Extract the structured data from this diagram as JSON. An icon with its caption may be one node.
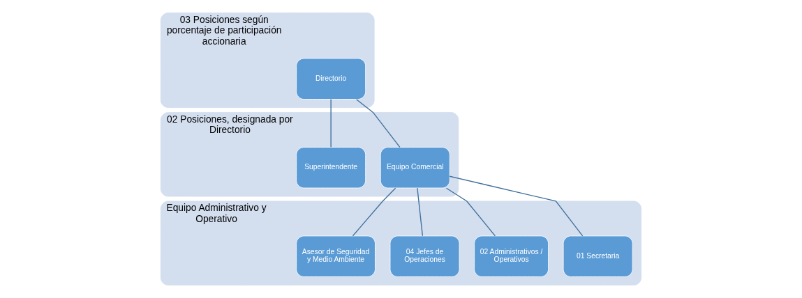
{
  "diagram": {
    "nodes": [
      {
        "text": [
          "03 Posiciones según porcentaje de participación accionaria"
        ]
      },
      {
        "text": [
          "Directorio"
        ],
        "in": 0
      },
      {
        "text": [
          "02 Posiciones, designada por Directorio"
        ]
      },
      {
        "text": [
          "Superintendente"
        ],
        "in": 2
      },
      {
        "text": [
          "Equipo Comercial"
        ],
        "in": 2
      },
      {
        "text": [
          "Equipo Administrativo y Operativo"
        ]
      },
      {
        "text": [
          "Asesor de Seguridad y Medio Ambiente"
        ],
        "in": 5
      },
      {
        "text": [
          "04 Jefes de Operaciones"
        ],
        "in": 5
      },
      {
        "text": [
          "02 Administrativos / Operativos"
        ],
        "in": 5
      },
      {
        "text": [
          "01 Secretaria"
        ],
        "in": 5
      }
    ],
    "edges": [
      {
        "from": 1,
        "to": 3,
        "arrow": "none"
      },
      {
        "from": 1,
        "to": 4,
        "arrow": "none"
      },
      {
        "from": 4,
        "to": 6,
        "arrow": "none"
      },
      {
        "from": 4,
        "to": 7,
        "arrow": "none"
      },
      {
        "from": 4,
        "to": 8,
        "arrow": "none"
      },
      {
        "from": 4,
        "to": 9,
        "arrow": "none"
      }
    ]
  }
}
